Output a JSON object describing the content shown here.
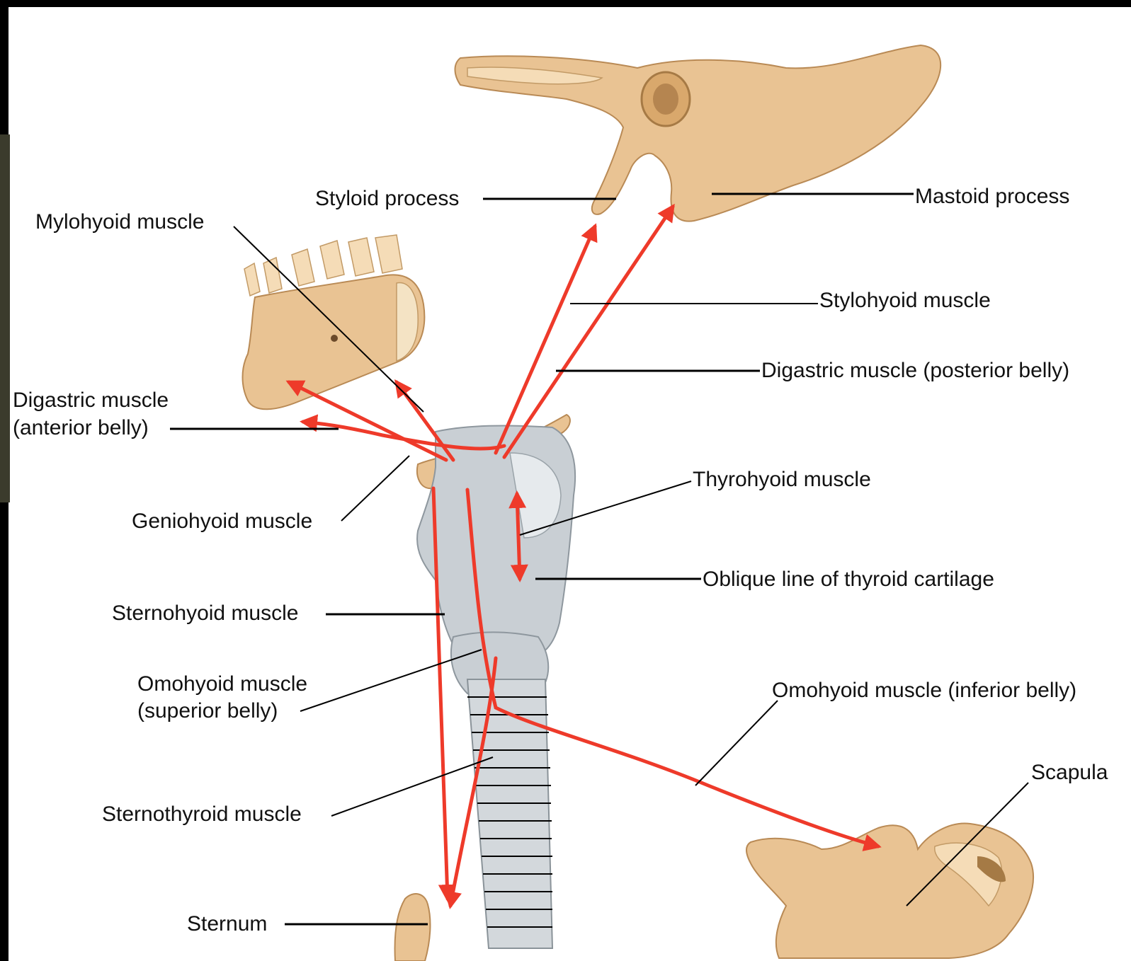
{
  "labels": {
    "styloid_process": "Styloid process",
    "mastoid_process": "Mastoid process",
    "mylohyoid_muscle": "Mylohyoid muscle",
    "stylohyoid_muscle": "Stylohyoid muscle",
    "digastric_posterior": "Digastric muscle (posterior belly)",
    "digastric_anterior_1": "Digastric muscle",
    "digastric_anterior_2": "(anterior belly)",
    "thyrohyoid_muscle": "Thyrohyoid muscle",
    "geniohyoid_muscle": "Geniohyoid muscle",
    "oblique_line": "Oblique line of thyroid cartilage",
    "sternohyoid_muscle": "Sternohyoid muscle",
    "omohyoid_superior_1": "Omohyoid muscle",
    "omohyoid_superior_2": "(superior belly)",
    "omohyoid_inferior": "Omohyoid muscle (inferior belly)",
    "scapula": "Scapula",
    "sternothyroid_muscle": "Sternothyroid muscle",
    "sternum": "Sternum"
  },
  "colors": {
    "background": "#ffffff",
    "frame": "#000000",
    "muscle_arrow": "#ee3a2a",
    "bone": "#e9c393",
    "cartilage": "#c9cfd4",
    "leader_line": "#000000"
  }
}
